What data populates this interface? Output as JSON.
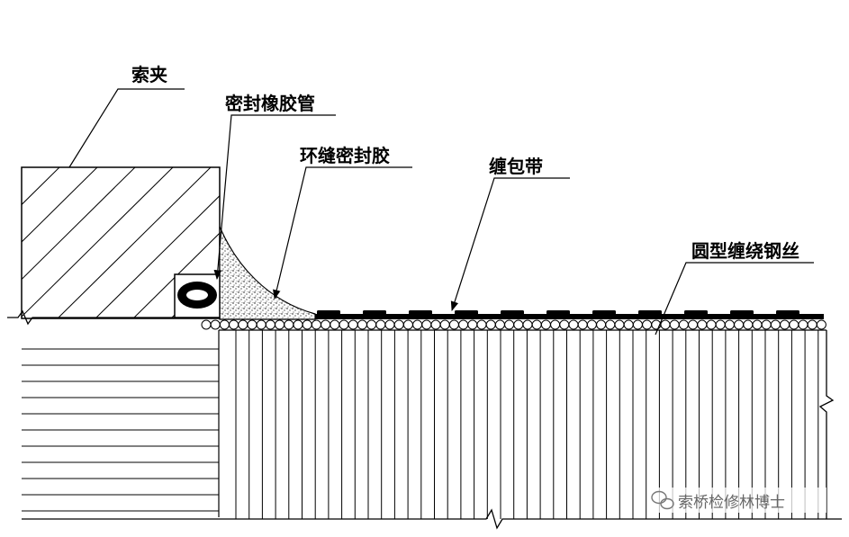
{
  "labels": {
    "cable_clamp": "索夹",
    "rubber_tube": "密封橡胶管",
    "sealant": "环缝密封胶",
    "wrapping_tape": "缠包带",
    "round_wire": "圆型缠绕钢丝"
  },
  "watermark": "索桥检修林博士",
  "colors": {
    "line": "#000000",
    "background": "#ffffff",
    "watermark": "#666666"
  },
  "icons": {
    "watermark_icon": "wechat-icon"
  }
}
